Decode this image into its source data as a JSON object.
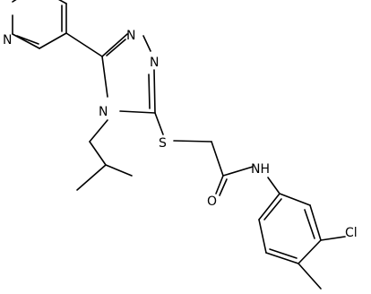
{
  "atoms": {
    "pyridine_n": "N",
    "triazole_n_top": "N",
    "triazole_n_right": "N",
    "triazole_n_isobutyl": "N",
    "thioether_s": "S",
    "amide_nh": "NH",
    "carbonyl_o": "O",
    "chloro": "Cl"
  },
  "colors": {
    "ink": "#000000",
    "background": "#ffffff"
  }
}
